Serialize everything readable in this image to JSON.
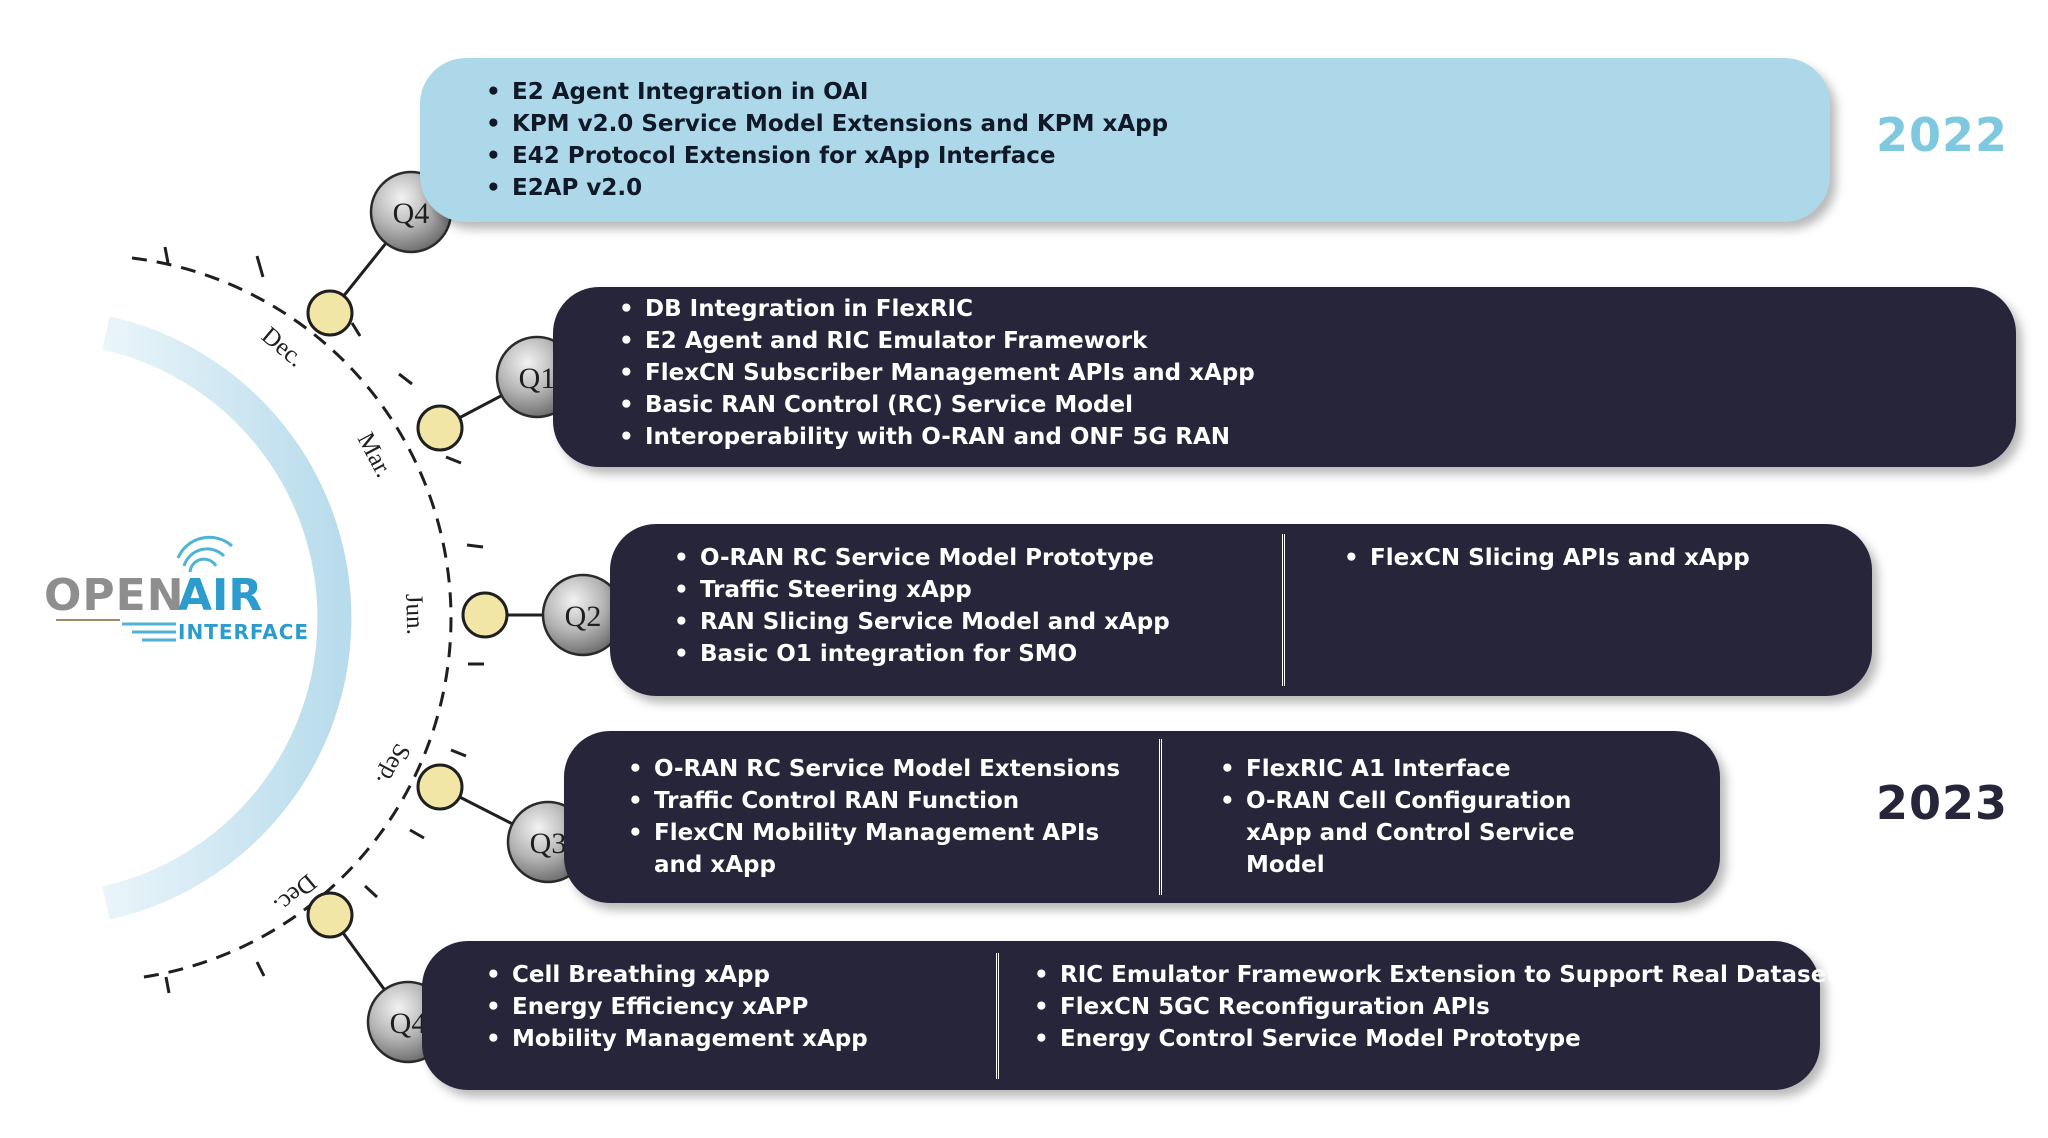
{
  "logo": {
    "open": "OPEN",
    "air": "AIR",
    "interface": "INTERFACE"
  },
  "colors": {
    "dark_box": "#26253a",
    "light_box": "#acd8e9",
    "year_2022": "#7ec8e0",
    "year_2023": "#26253a",
    "node_fill": "#f1e6a6",
    "arc_glow": "#cde8f2"
  },
  "years": {
    "y2022": "2022",
    "y2023": "2023"
  },
  "months": {
    "dec_2022": "Dec.",
    "mar": "Mar.",
    "jun": "Jun.",
    "sep": "Sep.",
    "dec_2023": "Dec."
  },
  "quarters": [
    {
      "label": "Q4",
      "columns": [
        [
          "E2 Agent Integration in OAI",
          "KPM v2.0 Service Model Extensions and KPM xApp",
          "E42 Protocol Extension for xApp Interface",
          "E2AP v2.0"
        ]
      ]
    },
    {
      "label": "Q1",
      "columns": [
        [
          "DB Integration in FlexRIC",
          "E2 Agent and RIC Emulator Framework",
          "FlexCN Subscriber Management APIs and xApp",
          "Basic RAN Control (RC) Service Model",
          "Interoperability with O-RAN and ONF 5G RAN"
        ]
      ]
    },
    {
      "label": "Q2",
      "columns": [
        [
          "O-RAN RC Service Model Prototype",
          "Traffic Steering xApp",
          "RAN Slicing Service Model and xApp",
          "Basic O1 integration for SMO"
        ],
        [
          "FlexCN Slicing APIs and xApp"
        ]
      ]
    },
    {
      "label": "Q3",
      "columns": [
        [
          "O-RAN RC Service Model Extensions",
          "Traffic Control RAN Function",
          "FlexCN Mobility Management APIs and xApp"
        ],
        [
          "FlexRIC A1 Interface",
          "O-RAN Cell Configuration xApp and Control Service Model"
        ]
      ]
    },
    {
      "label": "Q4",
      "columns": [
        [
          "Cell Breathing xApp",
          "Energy Efficiency xAPP",
          "Mobility Management xApp"
        ],
        [
          "RIC Emulator Framework Extension to Support Real Datasets",
          "FlexCN 5GC Reconfiguration APIs",
          "Energy Control Service Model Prototype"
        ]
      ]
    }
  ]
}
